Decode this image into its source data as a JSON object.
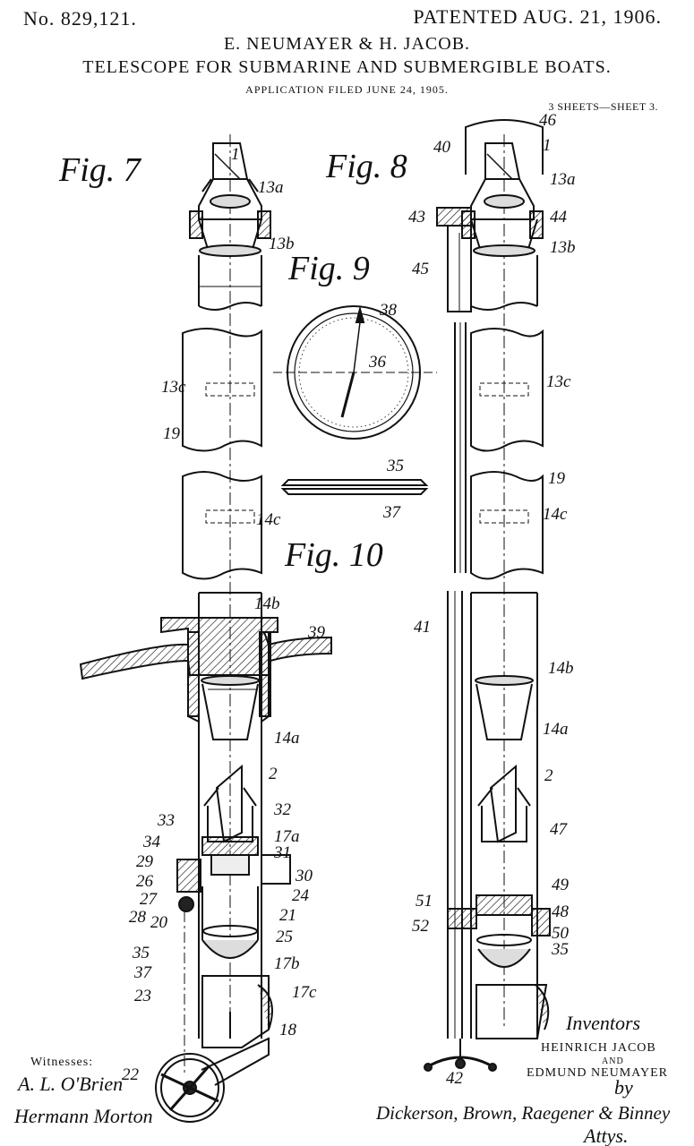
{
  "header": {
    "patent_number": "No. 829,121.",
    "patent_date": "PATENTED AUG. 21, 1906.",
    "inventors": "E. NEUMAYER & H. JACOB.",
    "title": "TELESCOPE FOR SUBMARINE AND SUBMERGIBLE BOATS.",
    "application": "APPLICATION FILED JUNE 24, 1905.",
    "sheets": "3 SHEETS—SHEET 3."
  },
  "figures": {
    "fig7": "Fig. 7",
    "fig8": "Fig. 8",
    "fig9": "Fig. 9",
    "fig10": "Fig. 10"
  },
  "reference_numerals": {
    "fig7": [
      "1",
      "13a",
      "13b",
      "13c",
      "19",
      "14c",
      "14b",
      "39",
      "14a",
      "2",
      "32",
      "33",
      "17a",
      "31",
      "34",
      "29",
      "26",
      "27",
      "28",
      "20",
      "30",
      "24",
      "21",
      "25",
      "35",
      "37",
      "17b",
      "17c",
      "23",
      "18",
      "22"
    ],
    "fig8": [
      "46",
      "40",
      "1",
      "13a",
      "43",
      "44",
      "13b",
      "45",
      "13c",
      "19",
      "14c",
      "41",
      "14b",
      "14a",
      "2",
      "47",
      "51",
      "49",
      "48",
      "52",
      "50",
      "35",
      "42"
    ],
    "fig9": [
      "38",
      "36"
    ],
    "fig10": [
      "35",
      "37"
    ]
  },
  "signatures": {
    "witnesses_label": "Witnesses:",
    "witness_1": "A. L. O'Brien",
    "witness_2": "Hermann Morton",
    "inventors_label": "Inventors",
    "inventor_1": "HEINRICH JACOB",
    "and": "AND",
    "inventor_2": "EDMUND NEUMAYER",
    "by": "by",
    "attorneys": "Dickerson, Brown, Raegener & Binney",
    "attys": "Attys."
  }
}
